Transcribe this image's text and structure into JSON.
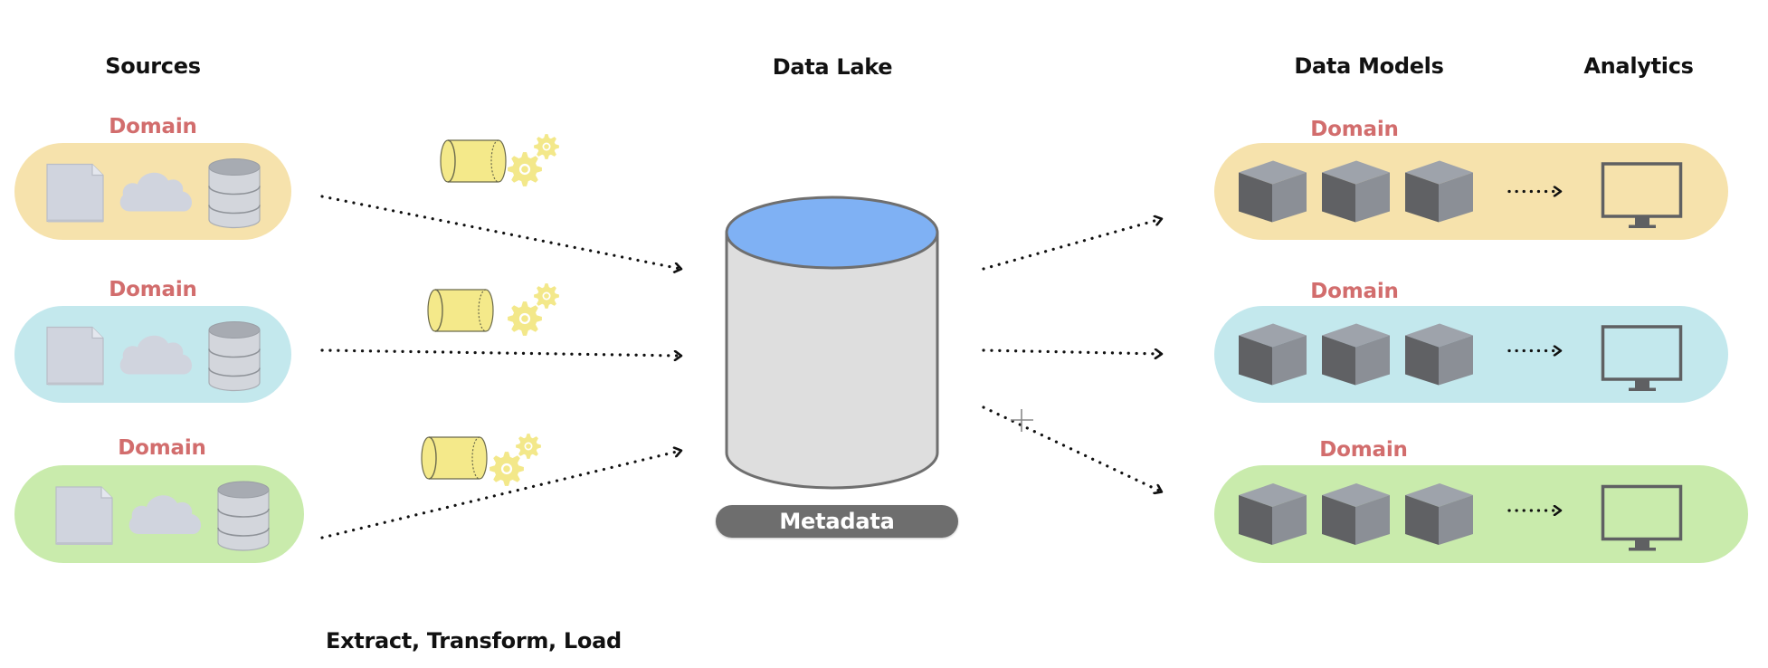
{
  "headers": {
    "sources": "Sources",
    "data_lake": "Data Lake",
    "data_models": "Data Models",
    "analytics": "Analytics"
  },
  "source_domains": [
    {
      "label": "Domain",
      "color": "#f6e2ac",
      "icons": [
        "document-icon",
        "cloud-icon",
        "database-icon"
      ]
    },
    {
      "label": "Domain",
      "color": "#c3e8ed",
      "icons": [
        "document-icon",
        "cloud-icon",
        "database-icon"
      ]
    },
    {
      "label": "Domain",
      "color": "#c9ebac",
      "icons": [
        "document-icon",
        "cloud-icon",
        "database-icon"
      ]
    }
  ],
  "model_domains": [
    {
      "label": "Domain",
      "color": "#f6e2ac",
      "icons": [
        "cube-icon",
        "cube-icon",
        "cube-icon",
        "arrow-icon",
        "monitor-icon"
      ]
    },
    {
      "label": "Domain",
      "color": "#c3e8ed",
      "icons": [
        "cube-icon",
        "cube-icon",
        "cube-icon",
        "arrow-icon",
        "monitor-icon"
      ]
    },
    {
      "label": "Domain",
      "color": "#c9ebac",
      "icons": [
        "cube-icon",
        "cube-icon",
        "cube-icon",
        "arrow-icon",
        "monitor-icon"
      ]
    }
  ],
  "etl": {
    "label": "Extract, Transform, Load",
    "icons": [
      "pipe-icon",
      "gears-icon"
    ]
  },
  "data_lake": {
    "icon": "database-cylinder-icon",
    "metadata_label": "Metadata",
    "top_color": "#7fb1f4",
    "body_color": "#dedede"
  },
  "colors": {
    "domain_label": "#d26d6d",
    "etl_yellow": "#f4e98a",
    "gear_yellow": "#f3e88a",
    "cube_top": "#9ea3ab",
    "cube_left": "#606164",
    "cube_right": "#8b8f96",
    "icon_gray": "#d0d4de",
    "monitor": "#5f6062"
  }
}
